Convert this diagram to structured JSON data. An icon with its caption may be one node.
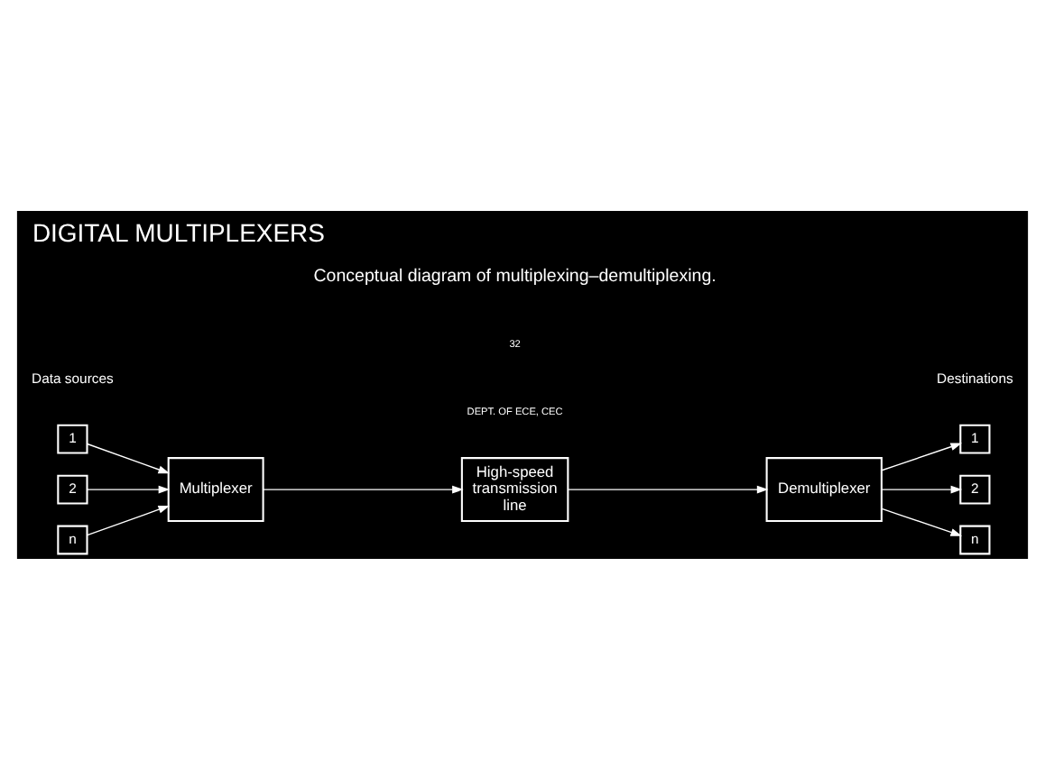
{
  "diagram": {
    "title": "DIGITAL MULTIPLEXERS",
    "caption": "Conceptual diagram of multiplexing–demultiplexing.",
    "nodes": [
      {
        "text": [
          "1"
        ]
      },
      {
        "text": [
          "2"
        ]
      },
      {
        "text": [
          "n"
        ]
      },
      {
        "text": [
          "Multiplexer"
        ]
      },
      {
        "text": [
          "High-speed transmission line"
        ]
      },
      {
        "text": [
          "Demultiplexer"
        ]
      },
      {
        "text": [
          "1"
        ]
      },
      {
        "text": [
          "2"
        ]
      },
      {
        "text": [
          "n"
        ]
      }
    ],
    "edges": [
      {
        "from": 0,
        "to": 3,
        "arrow": "to"
      },
      {
        "from": 1,
        "to": 3,
        "arrow": "to"
      },
      {
        "from": 2,
        "to": 3,
        "arrow": "to"
      },
      {
        "from": 3,
        "to": 4,
        "arrow": "to"
      },
      {
        "from": 4,
        "to": 5,
        "arrow": "to"
      },
      {
        "from": 5,
        "to": 6,
        "arrow": "to"
      },
      {
        "from": 5,
        "to": 7,
        "arrow": "to"
      },
      {
        "from": 5,
        "to": 8,
        "arrow": "to"
      }
    ],
    "labels": [
      "Data sources",
      "Destinations",
      "DEPT. OF ECE, CEC",
      "32"
    ]
  }
}
